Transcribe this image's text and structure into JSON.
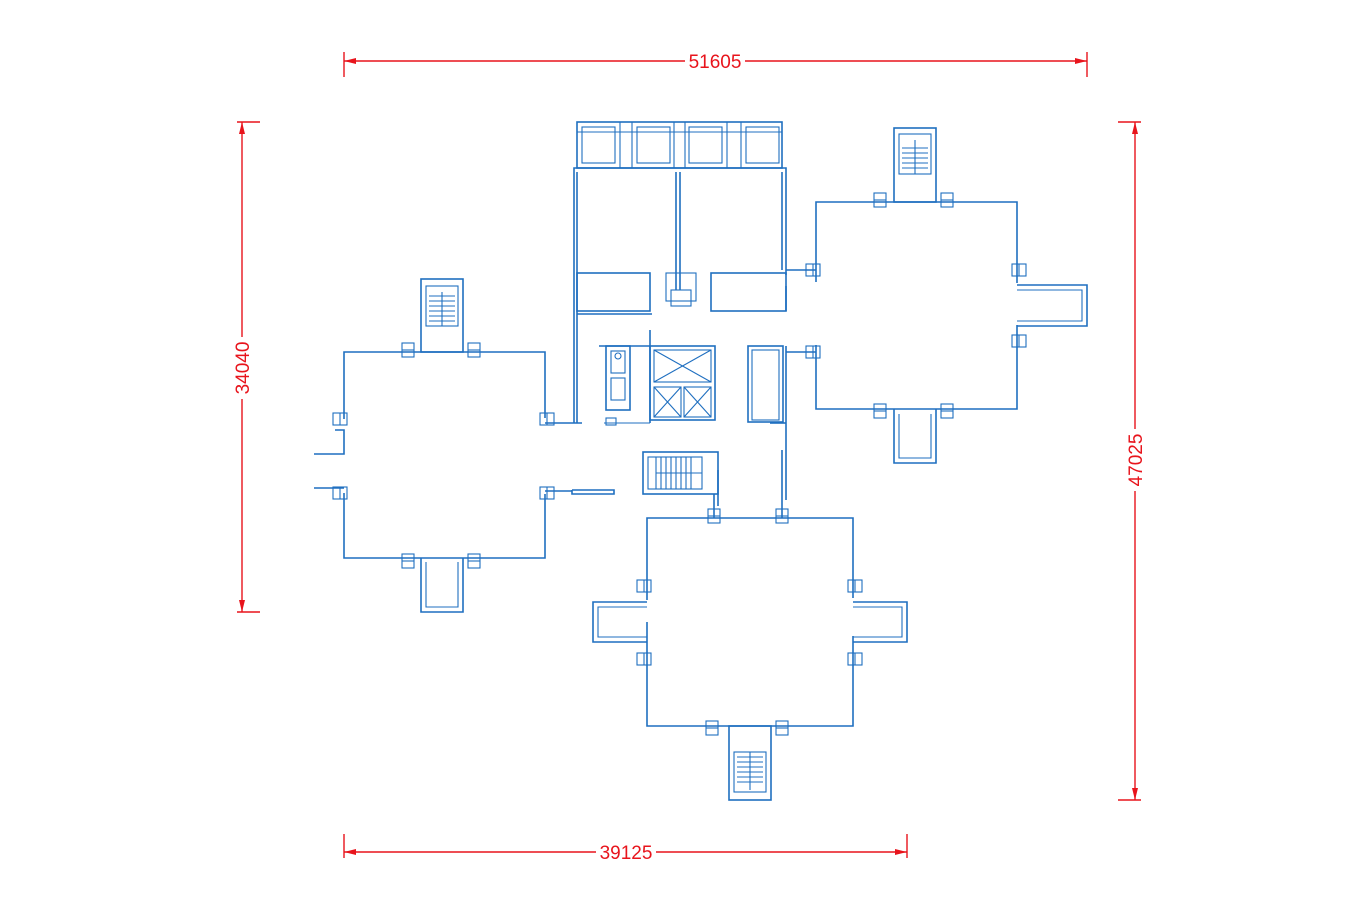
{
  "colors": {
    "dimension": "#e8141c",
    "walls": "#1f6fc0",
    "background": "#ffffff"
  },
  "dimensions": {
    "top_width": "51605",
    "bottom_width": "39125",
    "left_height": "34040",
    "right_height": "47025"
  }
}
